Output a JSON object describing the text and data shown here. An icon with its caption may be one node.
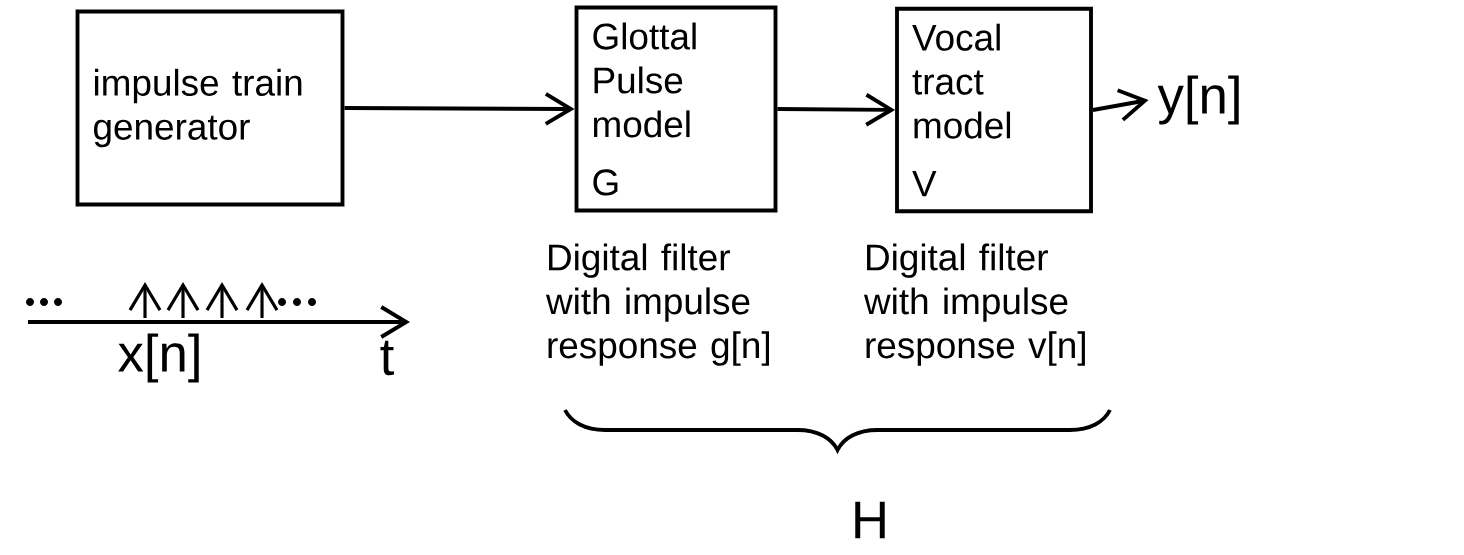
{
  "diagram": {
    "nodes": [
      {
        "text": [
          "impulse train generator"
        ]
      },
      {
        "text": [
          "Glottal Pulse model",
          "G"
        ],
        "beside": [
          "Digital filter with impulse response g[n]"
        ]
      },
      {
        "text": [
          "Vocal tract model",
          "V"
        ],
        "beside": [
          "Digital filter with impulse response v[n]"
        ]
      },
      {
        "text": [
          "y[n]"
        ]
      }
    ],
    "edges": [
      {
        "from": 0,
        "to": 1,
        "arrow": "to"
      },
      {
        "from": 1,
        "to": 2,
        "arrow": "to"
      },
      {
        "from": 2,
        "to": 3,
        "arrow": "to"
      }
    ],
    "labels": [
      "x[n]",
      "t",
      "H"
    ]
  }
}
